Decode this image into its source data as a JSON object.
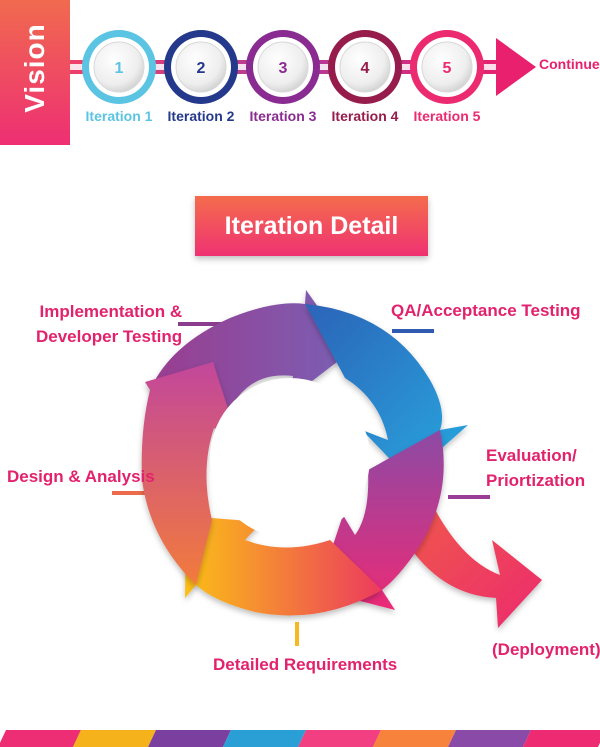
{
  "vision": {
    "label": "Vision"
  },
  "timeline": {
    "iterations": [
      {
        "number": "1",
        "label": "Iteration 1",
        "color": "#5bc4e3"
      },
      {
        "number": "2",
        "label": "Iteration 2",
        "color": "#24398b"
      },
      {
        "number": "3",
        "label": "Iteration 3",
        "color": "#8a2b91"
      },
      {
        "number": "4",
        "label": "Iteration 4",
        "color": "#961c4c"
      },
      {
        "number": "5",
        "label": "Iteration 5",
        "color": "#ec2a70"
      }
    ],
    "continue_label": "Continue"
  },
  "detail": {
    "title": "Iteration Detail",
    "phases": {
      "implementation_line1": "Implementation &",
      "implementation_line2": "Developer Testing",
      "qa": "QA/Acceptance Testing",
      "evaluation_line1": "Evaluation/",
      "evaluation_line2": "Priortization",
      "design": "Design & Analysis",
      "requirements": "Detailed Requirements",
      "deployment": "(Deployment)"
    }
  },
  "colors": {
    "accent": "#e8206e",
    "footer_stripes": [
      "#ed2d74",
      "#f5b21a",
      "#7b3fa0",
      "#2a9fd6",
      "#f13f82",
      "#f7823c",
      "#8a4aa8",
      "#ee2a72"
    ]
  }
}
